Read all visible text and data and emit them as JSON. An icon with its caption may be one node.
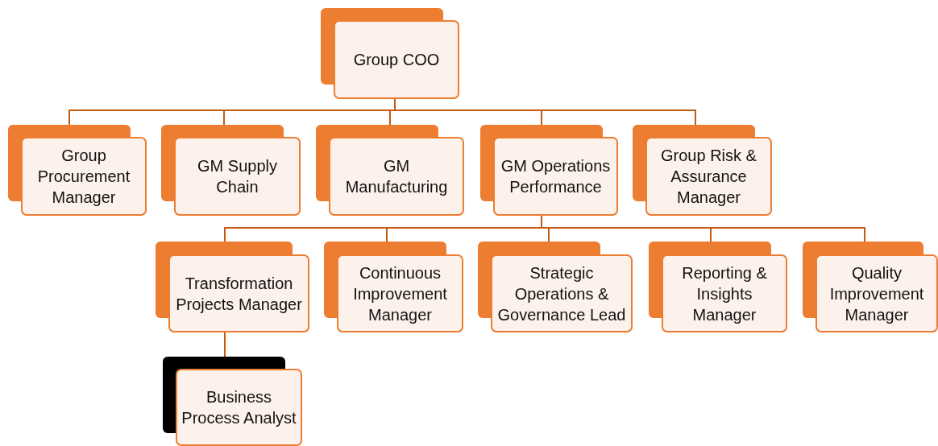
{
  "diagram": {
    "nodes": [
      {
        "text": [
          "Group COO"
        ]
      },
      {
        "text": [
          "Group Procurement Manager"
        ]
      },
      {
        "text": [
          "GM Supply Chain"
        ]
      },
      {
        "text": [
          "GM Manufacturing"
        ]
      },
      {
        "text": [
          "GM Operations Performance"
        ]
      },
      {
        "text": [
          "Group Risk & Assurance Manager"
        ]
      },
      {
        "text": [
          "Transformation Projects Manager"
        ]
      },
      {
        "text": [
          "Continuous Improvement Manager"
        ]
      },
      {
        "text": [
          "Strategic Operations & Governance Lead"
        ]
      },
      {
        "text": [
          "Reporting & Insights Manager"
        ]
      },
      {
        "text": [
          "Quality Improvement Manager"
        ]
      },
      {
        "text": [
          "Business Process Analyst"
        ]
      }
    ],
    "edges": [
      {
        "from": 0,
        "to": 1,
        "arrow": "none"
      },
      {
        "from": 0,
        "to": 2,
        "arrow": "none"
      },
      {
        "from": 0,
        "to": 3,
        "arrow": "none"
      },
      {
        "from": 0,
        "to": 4,
        "arrow": "none"
      },
      {
        "from": 0,
        "to": 5,
        "arrow": "none"
      },
      {
        "from": 4,
        "to": 6,
        "arrow": "none"
      },
      {
        "from": 4,
        "to": 7,
        "arrow": "none"
      },
      {
        "from": 4,
        "to": 8,
        "arrow": "none"
      },
      {
        "from": 4,
        "to": 9,
        "arrow": "none"
      },
      {
        "from": 4,
        "to": 10,
        "arrow": "none"
      },
      {
        "from": 6,
        "to": 11,
        "arrow": "none"
      }
    ]
  }
}
